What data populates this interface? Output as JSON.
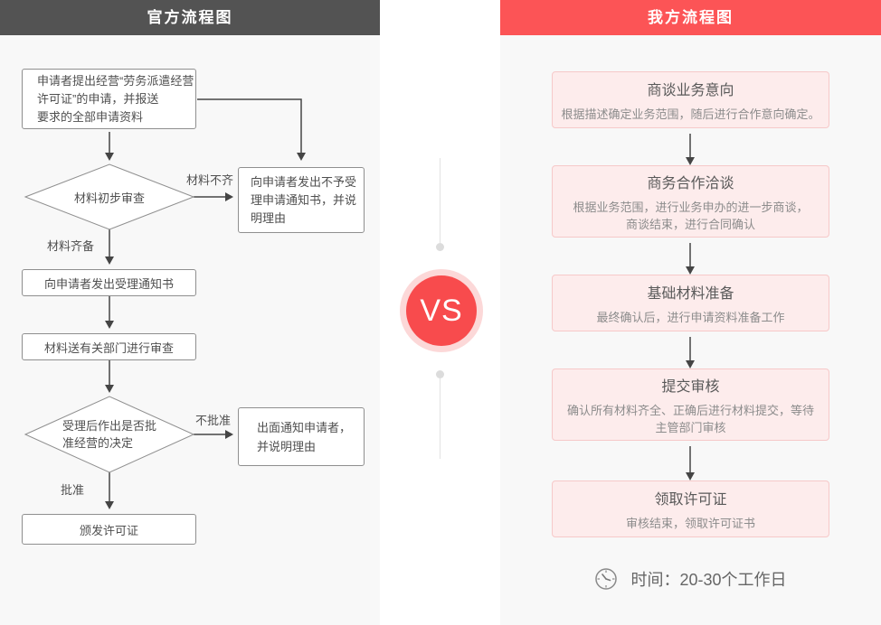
{
  "official": {
    "title": "官方流程图",
    "nodes": {
      "start": "申请者提出经营“劳务派遣经营\n许可证”的申请，并报送\n要求的全部申请资料",
      "decision1": "材料初步审查",
      "reject_notice": "向申请者发出不予受\n理申请通知书，并说\n明理由",
      "accept_notice": "向申请者发出受理通知书",
      "review": "材料送有关部门进行审查",
      "decision2": "受理后作出是否批\n准经营的决定",
      "deny_notice": "出面通知申请者，\n并说明理由",
      "license": "颁发许可证"
    },
    "labels": {
      "incomplete": "材料不齐",
      "complete": "材料齐备",
      "not_approved": "不批准",
      "approved": "批准"
    }
  },
  "ours": {
    "title": "我方流程图",
    "steps": [
      {
        "title": "商谈业务意向",
        "desc": "根据描述确定业务范围，随后进行合作意向确定。"
      },
      {
        "title": "商务合作洽谈",
        "desc": "根据业务范围，进行业务申办的进一步商谈，\n商谈结束，进行合同确认"
      },
      {
        "title": "基础材料准备",
        "desc": "最终确认后，进行申请资料准备工作"
      },
      {
        "title": "提交审核",
        "desc": "确认所有材料齐全、正确后进行材料提交，等待\n主管部门审核"
      },
      {
        "title": "领取许可证",
        "desc": "审核结束，领取许可证书"
      }
    ],
    "time_note": "时间：20-30个工作日"
  },
  "vs": {
    "label": "VS"
  },
  "colors": {
    "header_dark": "#535353",
    "header_red": "#fc5456",
    "vs_red": "#f84b4d",
    "vs_ring": "#fcd8d8",
    "card_bg": "#fdecec",
    "card_border": "#f6c9c9",
    "panel_bg": "#f8f8f8",
    "box_border": "#8f8f8f",
    "arrow": "#454545"
  }
}
